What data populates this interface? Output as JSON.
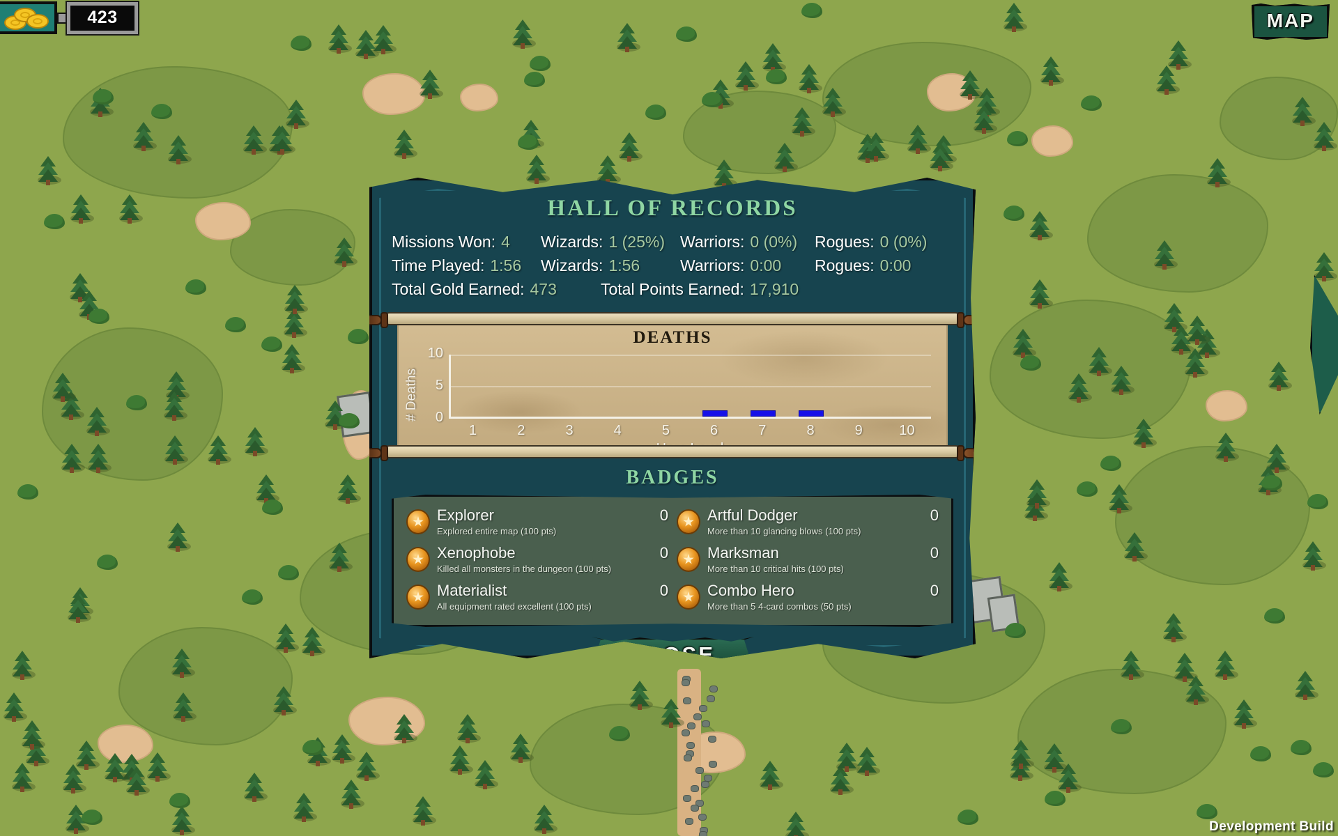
{
  "hud": {
    "gold_icon": "gold-coins-icon",
    "gold_value": "423",
    "map_button_label": "MAP",
    "dev_watermark": "Development Build"
  },
  "records_panel": {
    "title": "HALL OF RECORDS",
    "stats": {
      "row1": [
        {
          "label": "Missions Won:",
          "value": "4"
        },
        {
          "label": "Wizards:",
          "value": "1 (25%)"
        },
        {
          "label": "Warriors:",
          "value": "0 (0%)"
        },
        {
          "label": "Rogues:",
          "value": "0 (0%)"
        }
      ],
      "row2": [
        {
          "label": "Time Played:",
          "value": "1:56"
        },
        {
          "label": "Wizards:",
          "value": "1:56"
        },
        {
          "label": "Warriors:",
          "value": "0:00"
        },
        {
          "label": "Rogues:",
          "value": "0:00"
        }
      ],
      "row3": [
        {
          "label": "Total Gold Earned:",
          "value": "473"
        },
        {
          "label": "Total Points Earned:",
          "value": "17,910"
        }
      ]
    },
    "badges_title": "BADGES",
    "badges": [
      {
        "name": "Explorer",
        "desc": "Explored entire map (100 pts)",
        "count": "0"
      },
      {
        "name": "Artful Dodger",
        "desc": "More than 10 glancing blows (100 pts)",
        "count": "0"
      },
      {
        "name": "Xenophobe",
        "desc": "Killed all monsters in the dungeon (100 pts)",
        "count": "0"
      },
      {
        "name": "Marksman",
        "desc": "More than 10 critical hits (100 pts)",
        "count": "0"
      },
      {
        "name": "Materialist",
        "desc": "All equipment rated excellent (100 pts)",
        "count": "0"
      },
      {
        "name": "Combo Hero",
        "desc": "More than 5 4-card combos (50 pts)",
        "count": "0"
      }
    ],
    "close_label": "CLOSE"
  },
  "chart_data": {
    "type": "bar",
    "title": "DEATHS",
    "xlabel": "Hero Level",
    "ylabel": "# Deaths",
    "categories": [
      "1",
      "2",
      "3",
      "4",
      "5",
      "6",
      "7",
      "8",
      "9",
      "10"
    ],
    "values": [
      0,
      0,
      0,
      0,
      0,
      1,
      1,
      1,
      0,
      0
    ],
    "ylim": [
      0,
      10
    ],
    "yticks": [
      "0",
      "5",
      "10"
    ],
    "grid": true,
    "legend": "none",
    "bar_color": "#1510e8"
  },
  "colors": {
    "panel_bg": "#17444f",
    "panel_border": "#0a0d10",
    "title_green": "#8fd6a3",
    "stat_value": "#a7c9a1",
    "scroll_paper": "#cbb48a",
    "badge_panel": "#4a5f4e",
    "map_green": "#8ea64d",
    "button_green": "#1b5440"
  }
}
